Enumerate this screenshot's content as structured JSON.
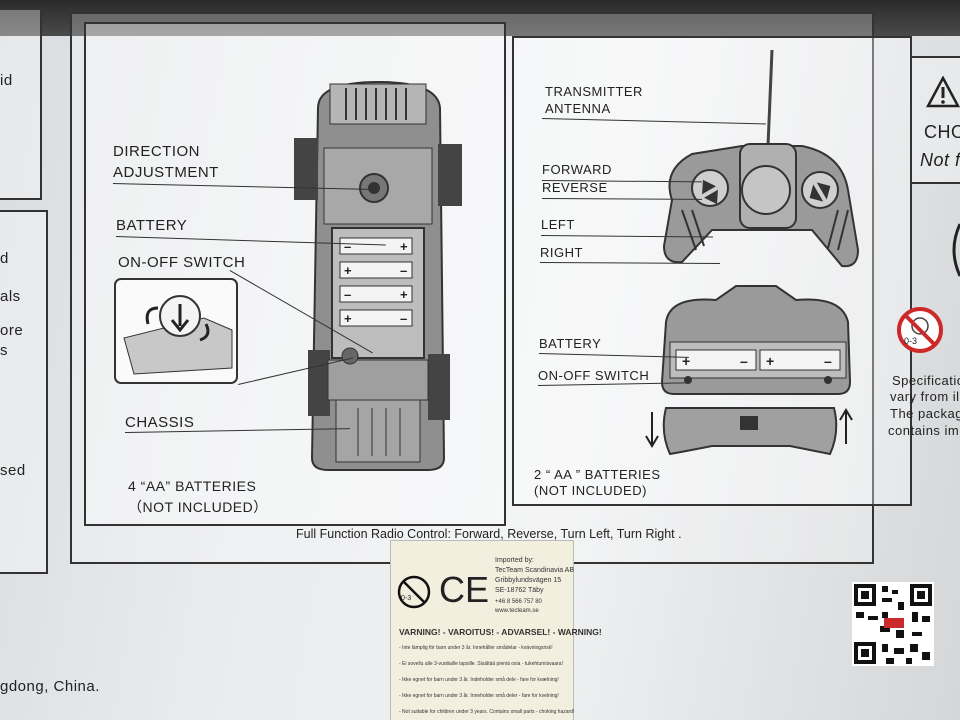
{
  "left_strip": {
    "t1": "id",
    "t2": "d",
    "t3": "als",
    "t4": "ore",
    "t5": "s",
    "t6": "sed",
    "t7": "gdong, China."
  },
  "car_panel": {
    "direction_adjustment_1": "DIRECTION",
    "direction_adjustment_2": "ADJUSTMENT",
    "battery": "BATTERY",
    "on_off_switch": "ON-OFF SWITCH",
    "chassis": "CHASSIS",
    "batteries_1": "4 “AA” BATTERIES",
    "batteries_2": "（NOT INCLUDED）"
  },
  "remote_panel": {
    "antenna_1": "TRANSMITTER",
    "antenna_2": "ANTENNA",
    "forward": "FORWARD",
    "reverse": "REVERSE",
    "left": "LEFT",
    "right": "RIGHT",
    "battery": "BATTERY",
    "on_off_switch": "ON-OFF SWITCH",
    "batteries_1": "2 “ AA ” BATTERIES",
    "batteries_2": "(NOT INCLUDED)"
  },
  "caption": "Full Function Radio Control: Forward, Reverse, Turn Left, Turn Right .",
  "right_panel": {
    "choking_1": "CHOK",
    "choking_2": "Not fo",
    "age_badge": "0-3",
    "spec_1": "Specificatio",
    "spec_2": "vary from ill",
    "spec_3": "The  packagi",
    "spec_4": "contains impo"
  },
  "warning_label": {
    "age_badge": "0-3",
    "ce_mark": "CE",
    "importer_1": "Imported by:",
    "importer_2": "TecTeam Scandinavia AB",
    "importer_3": "Gribbylundsvägen 15",
    "importer_4": "SE-18762 Täby",
    "importer_5": "+46 8 566 757 80",
    "importer_6": "www.tecteam.se",
    "heading": "VARNING! - VAROITUS! - ADVARSEL! - WARNING!",
    "line_1": "- Inte lämplig för barn under 3 år. Innehåller smådelar - kvävningsrisk!",
    "line_2": "- Ei sovellu alle 3-vuotiaille lapsille. Sisältää pieniä osia - tukehtumisvaara!",
    "line_3": "- Ikke egnet for barn under 3 år. Indeholder små dele - fare for kvælning!",
    "line_4": "- Ikke egnet for barn under 3 år. Inneholder små deler - fare for kvelning!",
    "line_5": "- Not suitable for children under 3 years. Contains small parts - choking hazard!"
  },
  "colors": {
    "box_bg": "#e9ebed",
    "ink": "#222222",
    "diagram_gray": "#9a9a9a",
    "label_bg": "#f3efdf",
    "red": "#cc2a2a"
  },
  "icons": [
    "warning-triangle-icon",
    "no-under-3-icon",
    "ce-mark-icon",
    "qr-code-icon",
    "arrow-down-icon",
    "arrow-up-icon"
  ]
}
